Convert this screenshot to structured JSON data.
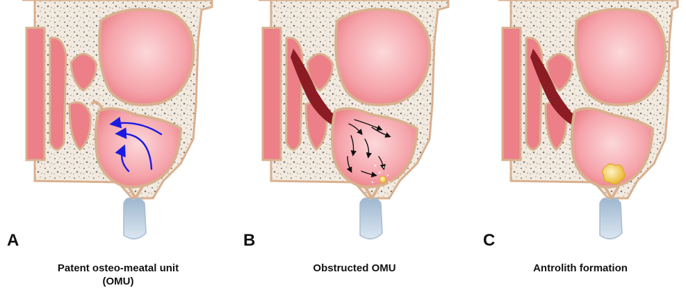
{
  "panels": [
    {
      "letter": "A",
      "caption_line1": "Patent osteo-meatal unit",
      "caption_line2": "(OMU)"
    },
    {
      "letter": "B",
      "caption_line1": "Obstructed OMU",
      "caption_line2": ""
    },
    {
      "letter": "C",
      "caption_line1": "Antrolith formation",
      "caption_line2": ""
    }
  ],
  "colors": {
    "bone_fill": "#f3eadf",
    "bone_edge": "#d9b08f",
    "mucosa": "#e8757c",
    "sinus_air": "#f5a7ad",
    "sinus_center": "#fbd2d4",
    "obstruction": "#8c1c24",
    "flow_arrows": "#1a1ae0",
    "stasis_arrows": "#111111",
    "tooth": "#b9cde2",
    "antrolith": "#f4c84a"
  },
  "icons": {
    "patent_flow": "blue-curved-arrows",
    "stasis_flow": "black-scattered-arrows",
    "antrolith": "yellow-stone"
  }
}
